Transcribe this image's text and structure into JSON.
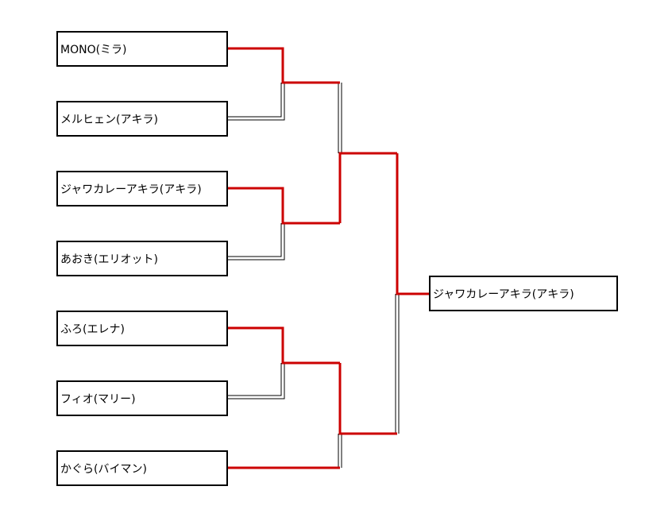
{
  "bracket": {
    "entrants": [
      "MONO(ミラ)",
      "メルヒェン(アキラ)",
      "ジャワカレーアキラ(アキラ)",
      "あおき(エリオット)",
      "ふろ(エレナ)",
      "フィオ(マリー)",
      "かぐら(バイマン)"
    ],
    "champion": "ジャワカレーアキラ(アキラ)",
    "colors": {
      "winner_line": "#cc0000",
      "loser_line": "#000000"
    }
  }
}
